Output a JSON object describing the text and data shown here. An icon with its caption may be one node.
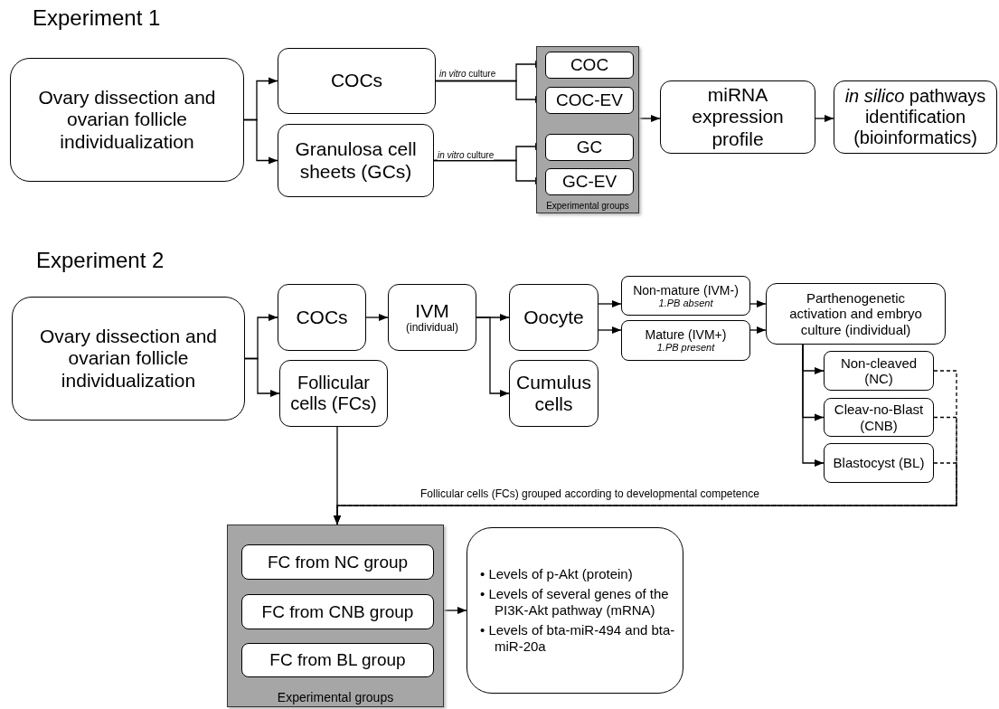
{
  "diagram": {
    "nodes": [
      {
        "text": [
          "Ovary dissection and ovarian follicle individualization"
        ]
      },
      {
        "text": [
          "COCs"
        ]
      },
      {
        "text": [
          "Granulosa cell sheets (GCs)"
        ]
      },
      {
        "text": [
          "Experimental groups"
        ]
      },
      {
        "text": [
          "COC"
        ],
        "in": 3
      },
      {
        "text": [
          "COC-EV"
        ],
        "in": 3
      },
      {
        "text": [
          "GC"
        ],
        "in": 3
      },
      {
        "text": [
          "GC-EV"
        ],
        "in": 3
      },
      {
        "text": [
          "miRNA expression profile"
        ]
      },
      {
        "text": [
          "*in silico* pathways identification (bioinformatics)"
        ]
      },
      {
        "text": [
          "Ovary dissection and ovarian follicle individualization"
        ]
      },
      {
        "text": [
          "COCs"
        ]
      },
      {
        "text": [
          "Follicular cells (FCs)"
        ]
      },
      {
        "text": [
          "IVM",
          "(individual)"
        ]
      },
      {
        "text": [
          "Oocyte"
        ]
      },
      {
        "text": [
          "Cumulus cells"
        ]
      },
      {
        "text": [
          "Non-mature (IVM-)",
          "1.PB absent"
        ]
      },
      {
        "text": [
          "Mature (IVM+)",
          "1.PB present"
        ]
      },
      {
        "text": [
          "Parthenogenetic activation and embryo culture (individual)"
        ]
      },
      {
        "text": [
          "Non-cleaved (NC)"
        ]
      },
      {
        "text": [
          "Cleav-no-Blast (CNB)"
        ]
      },
      {
        "text": [
          "Blastocyst (BL)"
        ]
      },
      {
        "text": [
          "Experimental groups"
        ]
      },
      {
        "text": [
          "FC from NC group"
        ],
        "in": 22
      },
      {
        "text": [
          "FC from CNB group"
        ],
        "in": 22
      },
      {
        "text": [
          "FC from BL group"
        ],
        "in": 22
      },
      {
        "text": [
          "• Levels of p-Akt (protein)",
          "• Levels of several genes of the PI3K-Akt pathway (mRNA)",
          "• Levels of bta-miR-494 and bta-miR-20a"
        ]
      }
    ],
    "edges": [
      {
        "from": 0,
        "to": 1,
        "arrow": "to"
      },
      {
        "from": 0,
        "to": 2,
        "arrow": "to"
      },
      {
        "from": 1,
        "to": 4,
        "arrow": "to",
        "label": "*in vitro* culture"
      },
      {
        "from": 1,
        "to": 5,
        "arrow": "to"
      },
      {
        "from": 2,
        "to": 6,
        "arrow": "to",
        "label": "*in vitro* culture"
      },
      {
        "from": 2,
        "to": 7,
        "arrow": "to"
      },
      {
        "from": 3,
        "to": 8,
        "arrow": "to"
      },
      {
        "from": 8,
        "to": 9,
        "arrow": "to"
      },
      {
        "from": 10,
        "to": 11,
        "arrow": "to"
      },
      {
        "from": 10,
        "to": 12,
        "arrow": "to"
      },
      {
        "from": 11,
        "to": 13,
        "arrow": "to"
      },
      {
        "from": 13,
        "to": 14,
        "arrow": "to"
      },
      {
        "from": 13,
        "to": 15,
        "arrow": "to"
      },
      {
        "from": 14,
        "to": 16,
        "arrow": "to"
      },
      {
        "from": 14,
        "to": 17,
        "arrow": "to"
      },
      {
        "from": 16,
        "to": 18,
        "arrow": "to"
      },
      {
        "from": 17,
        "to": 18,
        "arrow": "to"
      },
      {
        "from": 18,
        "to": 19,
        "arrow": "to"
      },
      {
        "from": 18,
        "to": 20,
        "arrow": "to"
      },
      {
        "from": 18,
        "to": 21,
        "arrow": "to"
      },
      {
        "from": 12,
        "to": 22,
        "arrow": "to"
      },
      {
        "from": 19,
        "to": 22,
        "arrow": "to",
        "style": "dashed",
        "label": "Follicular cells (FCs) grouped according to developmental competence"
      },
      {
        "from": 20,
        "to": 22,
        "arrow": "to",
        "style": "dashed"
      },
      {
        "from": 21,
        "to": 22,
        "arrow": "to",
        "style": "dashed"
      },
      {
        "from": 22,
        "to": 26,
        "arrow": "to"
      }
    ],
    "labels": [
      "Experiment 1",
      "Experiment 2"
    ]
  }
}
